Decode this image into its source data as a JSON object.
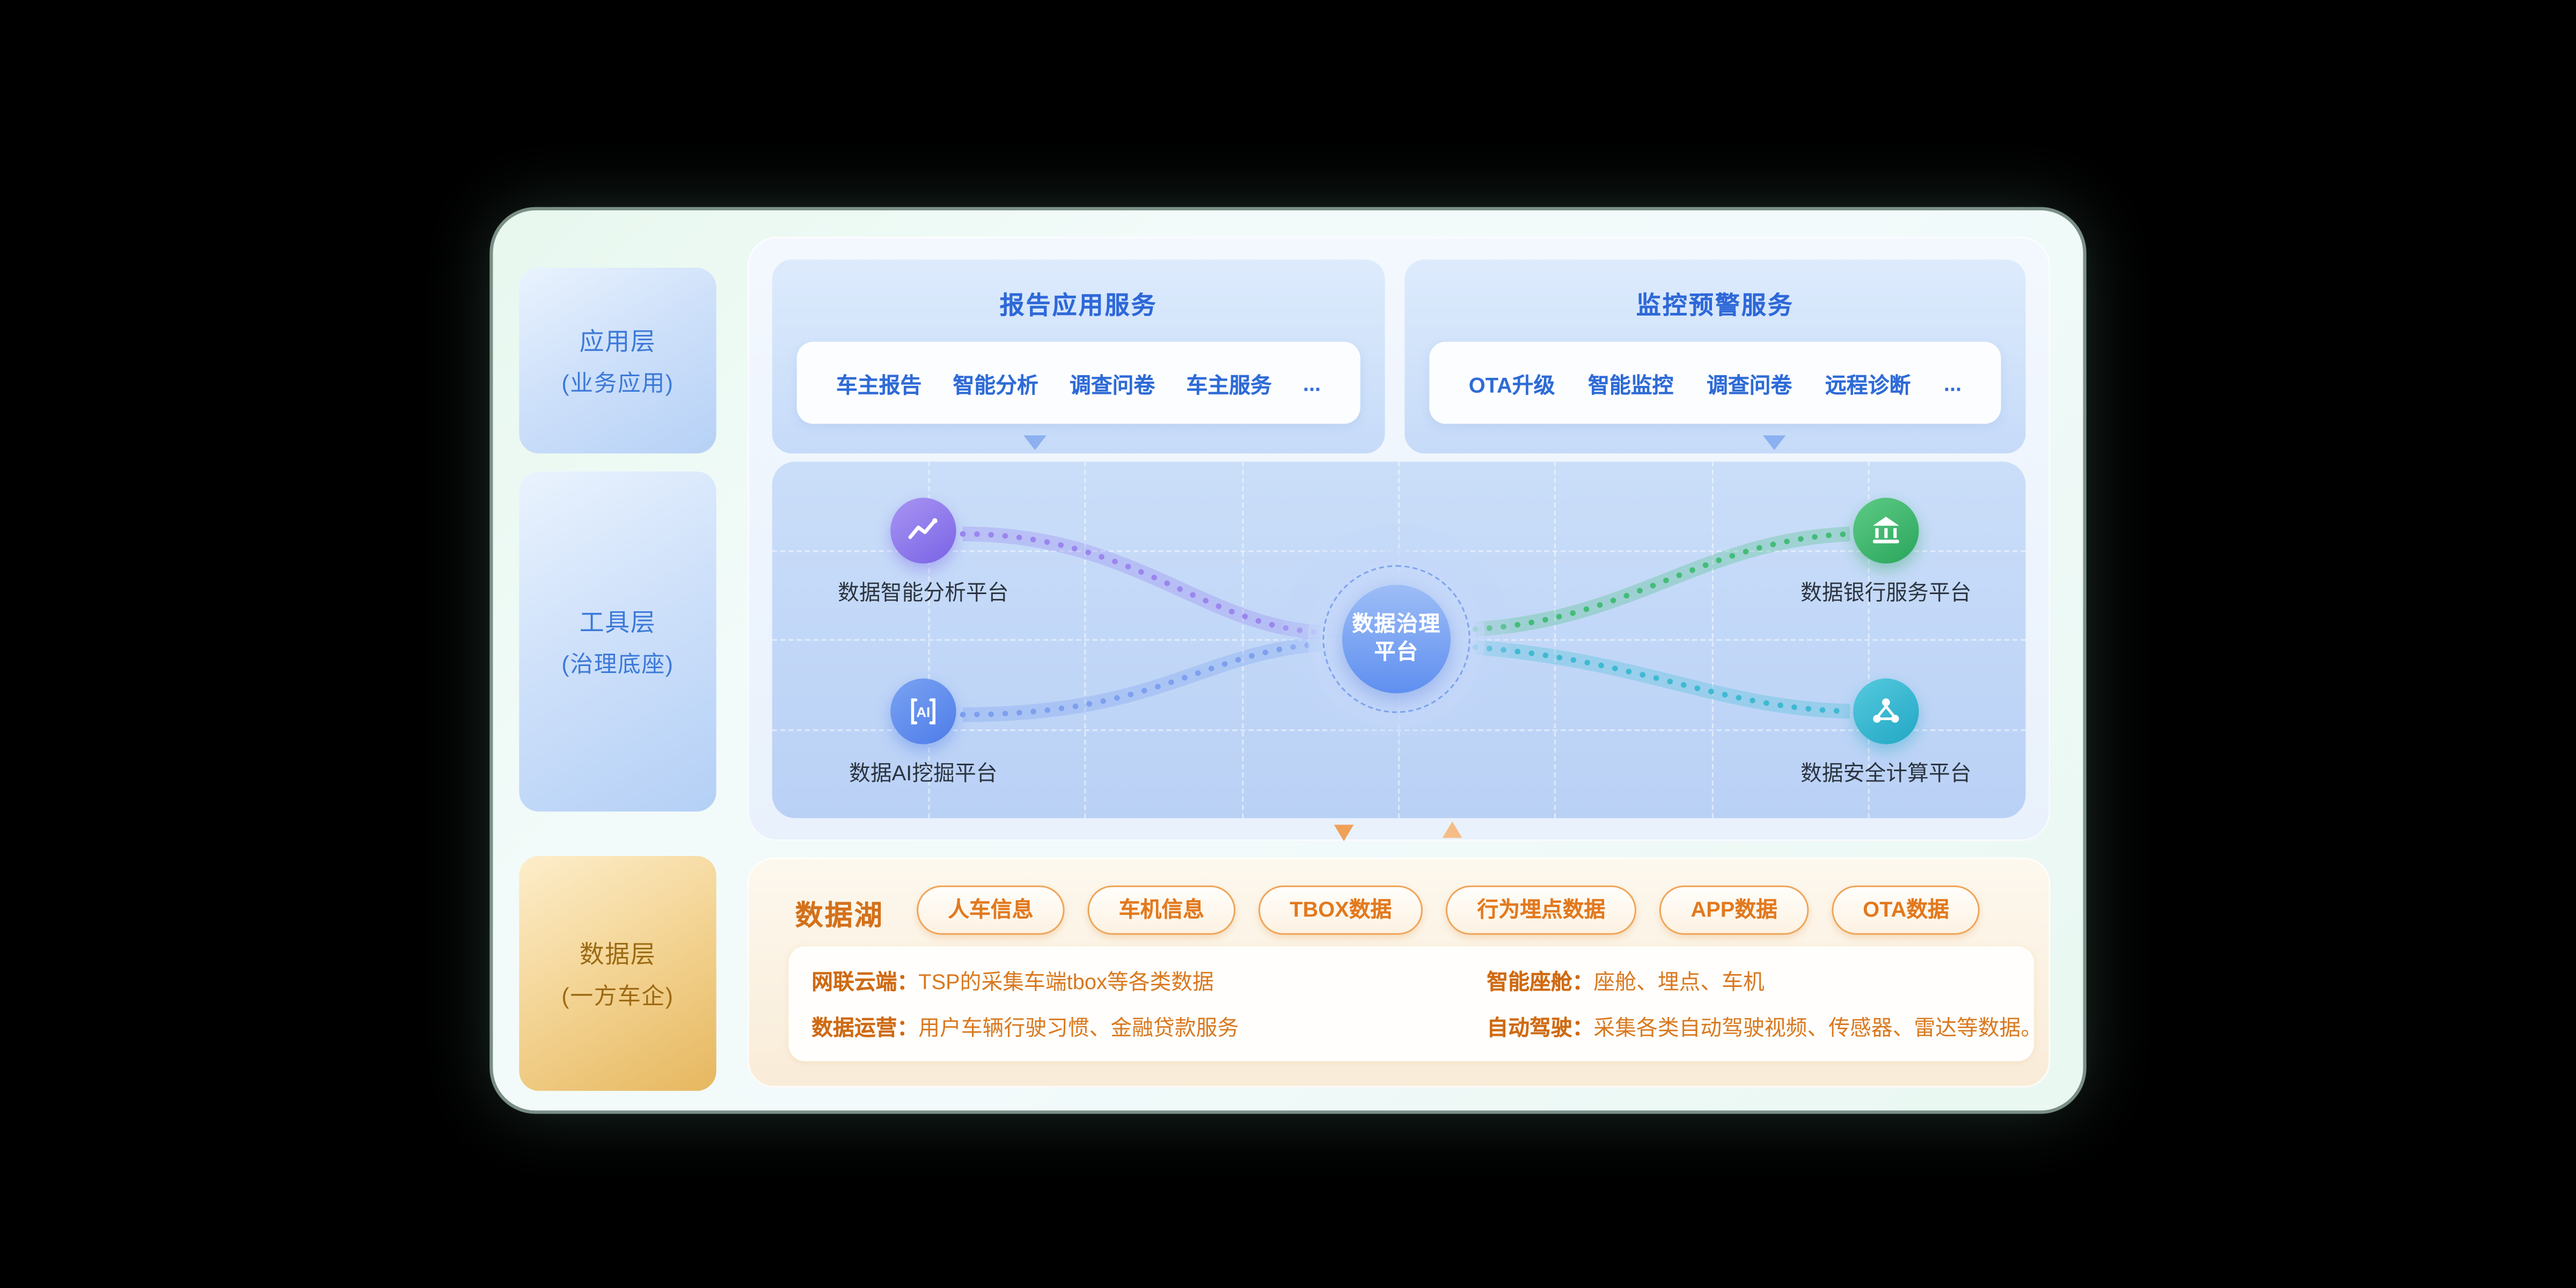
{
  "colors": {
    "accent_blue": "#2e6bd6",
    "accent_orange": "#d9731a",
    "node_purple": "#7a63e6",
    "node_blue": "#4e7ce9",
    "node_green": "#2aa55c",
    "node_teal": "#22a7c4"
  },
  "icons": {
    "service_arrows": "arrow-down-icon",
    "lake_down": "arrow-down-icon",
    "lake_up": "arrow-up-icon"
  },
  "layers": [
    {
      "title": "应用层",
      "subtitle": "(业务应用)"
    },
    {
      "title": "工具层",
      "subtitle": "(治理底座)"
    },
    {
      "title": "数据层",
      "subtitle": "(一方车企)"
    }
  ],
  "report_service": {
    "title": "报告应用服务",
    "items": [
      "车主报告",
      "智能分析",
      "调查问卷",
      "车主服务",
      "..."
    ]
  },
  "monitor_service": {
    "title": "监控预警服务",
    "items": [
      "OTA升级",
      "智能监控",
      "调查问卷",
      "远程诊断",
      "..."
    ]
  },
  "governance": {
    "center_line1": "数据治理",
    "center_line2": "平台",
    "nodes": [
      {
        "label": "数据智能分析平台",
        "icon": "line-chart-icon"
      },
      {
        "label": "数据AI挖掘平台",
        "icon": "ai-icon"
      },
      {
        "label": "数据银行服务平台",
        "icon": "bank-icon"
      },
      {
        "label": "数据安全计算平台",
        "icon": "network-nodes-icon"
      }
    ]
  },
  "data_lake": {
    "title": "数据湖",
    "tags": [
      "人车信息",
      "车机信息",
      "TBOX数据",
      "行为埋点数据",
      "APP数据",
      "OTA数据"
    ],
    "details": [
      {
        "label": "网联云端：",
        "text": "TSP的采集车端tbox等各类数据"
      },
      {
        "label": "数据运营：",
        "text": "用户车辆行驶习惯、金融贷款服务"
      },
      {
        "label": "智能座舱：",
        "text": "座舱、埋点、车机"
      },
      {
        "label": "自动驾驶：",
        "text": "采集各类自动驾驶视频、传感器、雷达等数据。"
      }
    ]
  }
}
